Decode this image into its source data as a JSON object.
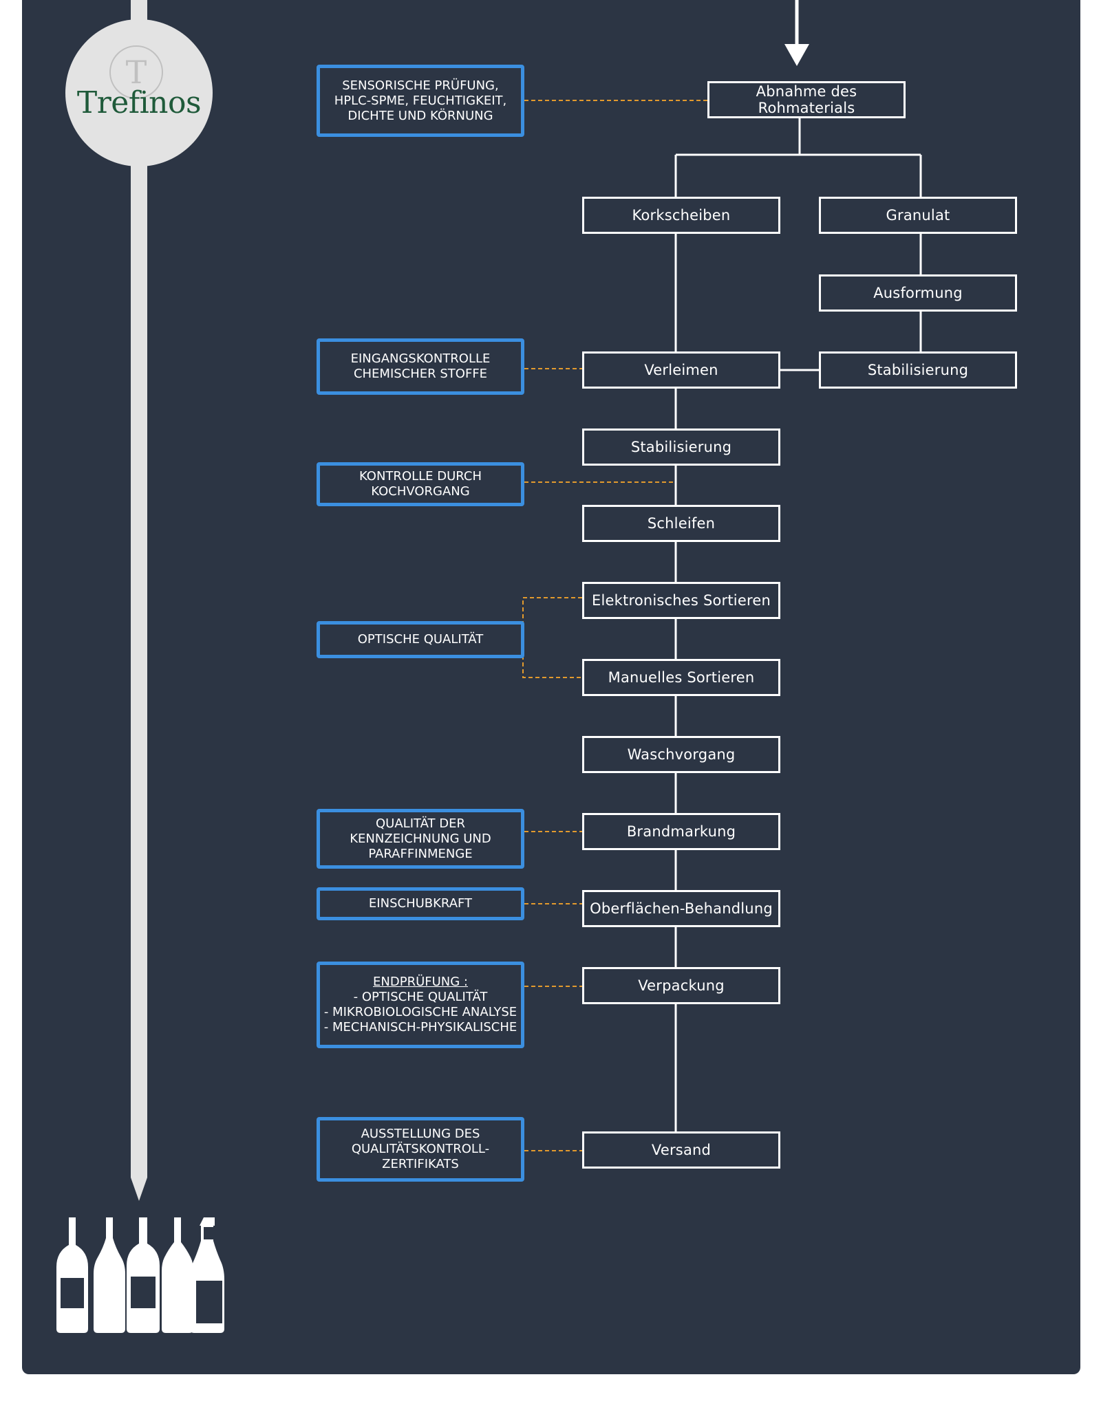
{
  "brand": {
    "logo_letter": "T",
    "name": "Trefinos"
  },
  "colors": {
    "background": "#2c3544",
    "quality_border": "#3b8fe0",
    "connector": "#e39a2d",
    "line": "#ffffff"
  },
  "process_steps": {
    "raw_material": "Abnahme des Rohmaterials",
    "cork_discs": "Korkscheiben",
    "granulate": "Granulat",
    "shaping": "Ausformung",
    "stabilization_right": "Stabilisierung",
    "gluing": "Verleimen",
    "stabilization": "Stabilisierung",
    "grinding": "Schleifen",
    "electronic_sorting": "Elektronisches Sortieren",
    "manual_sorting": "Manuelles Sortieren",
    "washing": "Waschvorgang",
    "branding": "Brandmarkung",
    "surface_treatment": "Oberflächen-Behandlung",
    "packaging": "Verpackung",
    "shipping": "Versand"
  },
  "quality_checks": {
    "sensory": "SENSORISCHE PRÜFUNG,\nHPLC-SPME, FEUCHTIGKEIT,\nDICHTE UND KÖRNUNG",
    "incoming_chemicals": "EINGANGSKONTROLLE\nCHEMISCHER STOFFE",
    "boiling": "KONTROLLE DURCH\nKOCHVORGANG",
    "optical": "OPTISCHE QUALITÄT",
    "marking": "QUALITÄT DER\nKENNZEICHNUNG UND\nPARAFFINMENGE",
    "insertion_force": "EINSCHUBKRAFT",
    "final": {
      "title": "ENDPRÜFUNG :",
      "items": [
        "- OPTISCHE QUALITÄT",
        "- MIKROBIOLOGISCHE ANALYSE",
        "- MECHANISCH-PHYSIKALISCHE"
      ]
    },
    "certificate": "AUSSTELLUNG DES\nQUALITÄTSKONTROLL-\nZERTIFIKATS"
  },
  "icons": {
    "bottles": [
      "wine-bottle-icon",
      "wine-bottle-icon",
      "wine-bottle-icon",
      "wine-bottle-icon",
      "champagne-bottle-icon"
    ]
  }
}
